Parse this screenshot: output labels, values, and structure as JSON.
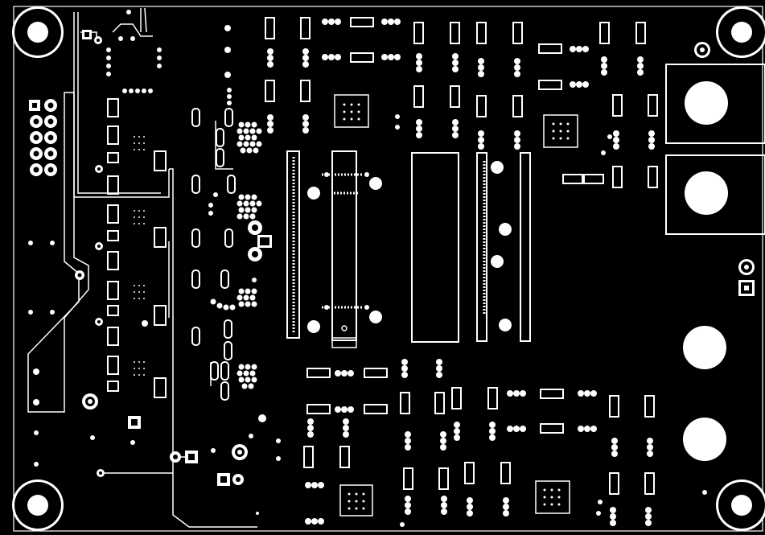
{
  "view": {
    "description_icon": "pcb-board-icon",
    "colors": {
      "board": "#000000",
      "copper": "#ffffff",
      "background": "#ffffff"
    }
  },
  "components": {
    "mounting_holes": 6,
    "large_pads": 4,
    "ic_footprints": [
      "qfn-top-center",
      "qfn-top-right",
      "qfn-bottom-center",
      "qfn-bottom-right"
    ],
    "connectors": [
      "header-left-2x5",
      "terminal-right-2pin"
    ]
  }
}
